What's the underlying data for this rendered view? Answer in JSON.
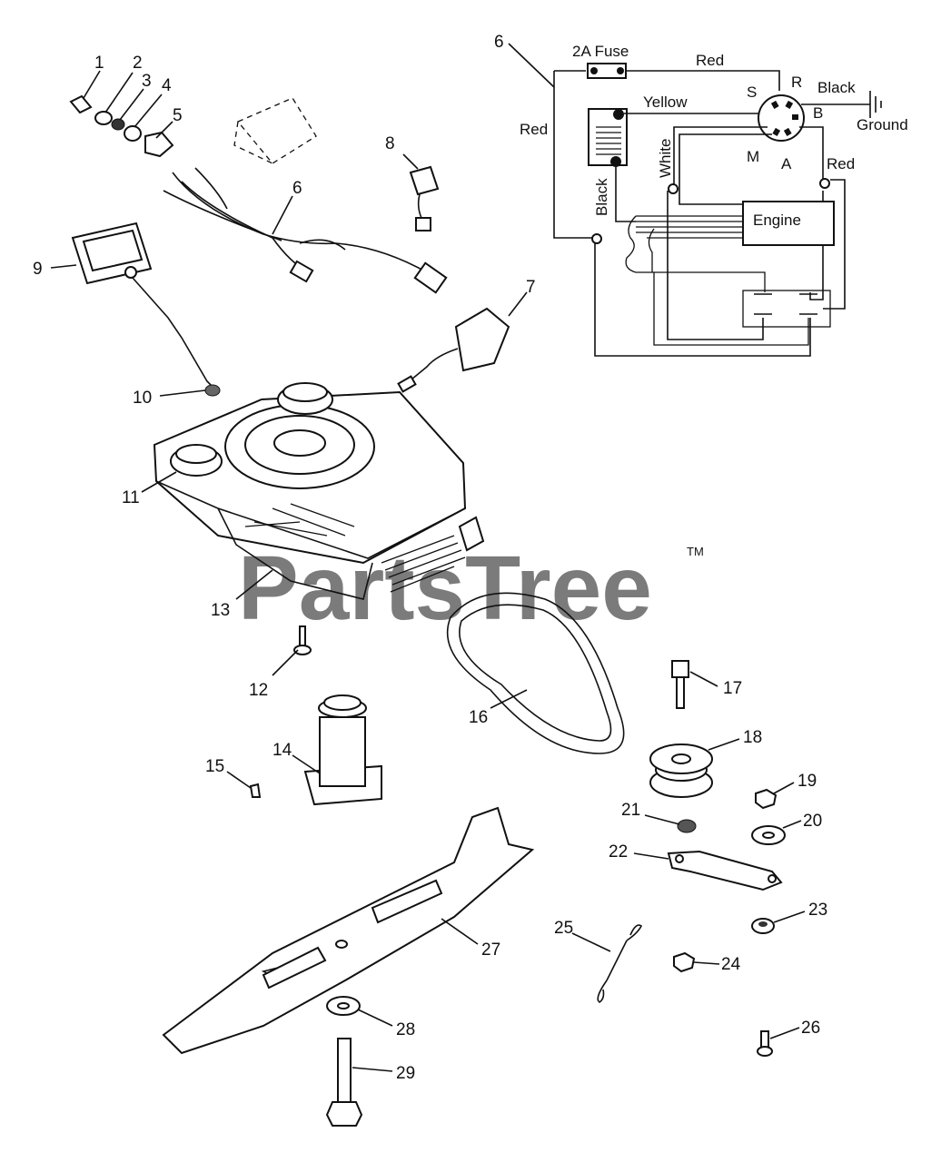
{
  "diagram": {
    "watermark": {
      "text": "PartsTree",
      "tm": "TM"
    },
    "wiring": {
      "fuse_label": "2A Fuse",
      "engine_label": "Engine",
      "ground_label": "Ground",
      "wire_labels": [
        "Red",
        "Red",
        "Red",
        "Black",
        "Yellow",
        "White",
        "Black"
      ],
      "terminal_labels": [
        "S",
        "R",
        "B",
        "M",
        "A"
      ]
    },
    "callouts": [
      "1",
      "2",
      "3",
      "4",
      "5",
      "6",
      "6",
      "7",
      "8",
      "9",
      "10",
      "11",
      "12",
      "13",
      "14",
      "15",
      "16",
      "17",
      "18",
      "19",
      "20",
      "21",
      "22",
      "23",
      "24",
      "25",
      "26",
      "27",
      "28",
      "29"
    ]
  }
}
